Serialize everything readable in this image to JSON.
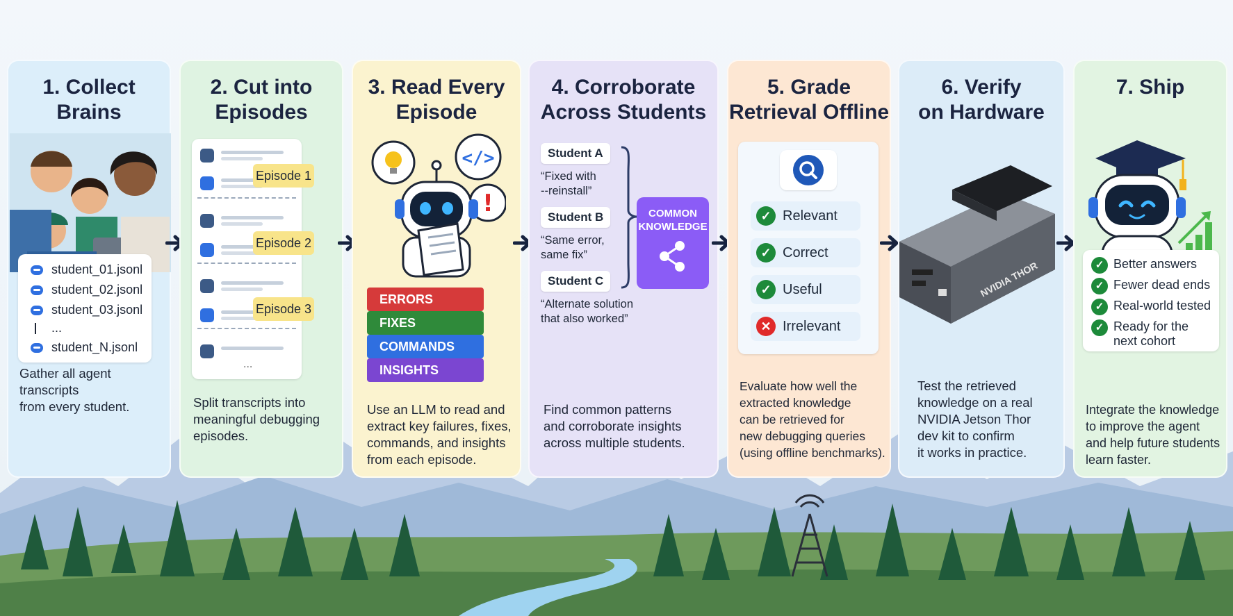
{
  "panels": [
    {
      "title": "1. Collect\nBrains",
      "description": "Gather all agent transcripts\nfrom every student."
    },
    {
      "title": "2. Cut into\nEpisodes",
      "description": "Split transcripts into\nmeaningful debugging\nepisodes."
    },
    {
      "title": "3. Read Every\nEpisode",
      "description": "Use an LLM to read and\nextract key failures, fixes,\ncommands, and insights\nfrom each episode."
    },
    {
      "title": "4. Corroborate\nAcross Students",
      "description": "Find common patterns\nand corroborate insights\nacross multiple students."
    },
    {
      "title": "5. Grade\nRetrieval Offline",
      "description": "Evaluate how well the\nextracted knowledge\ncan be retrieved for\nnew debugging queries\n(using offline benchmarks)."
    },
    {
      "title": "6. Verify\non Hardware",
      "description": "Test the retrieved\nknowledge on a real\nNVIDIA Jetson Thor\ndev kit to confirm\nit works in practice."
    },
    {
      "title": "7. Ship",
      "description": "Integrate the knowledge\nto improve the agent\nand help future students\nlearn faster."
    }
  ],
  "files": [
    "student_01.jsonl",
    "student_02.jsonl",
    "student_03.jsonl",
    "...",
    "student_N.jsonl"
  ],
  "episodes": [
    "Episode 1",
    "Episode 2",
    "Episode 3"
  ],
  "episode_more": "...",
  "books": [
    "ERRORS",
    "FIXES",
    "COMMANDS",
    "INSIGHTS"
  ],
  "students": [
    {
      "name": "Student A",
      "quote": "“Fixed with\n--reinstall”"
    },
    {
      "name": "Student B",
      "quote": "“Same error,\nsame fix”"
    },
    {
      "name": "Student C",
      "quote": "“Alternate solution\nthat also worked”"
    }
  ],
  "common_knowledge": "COMMON\nKNOWLEDGE",
  "grades": [
    {
      "label": "Relevant",
      "status": "ok"
    },
    {
      "label": "Correct",
      "status": "ok"
    },
    {
      "label": "Useful",
      "status": "ok"
    },
    {
      "label": "Irrelevant",
      "status": "bad"
    }
  ],
  "device_label": "NVIDIA THOR",
  "ship_items": [
    "Better answers",
    "Fewer dead ends",
    "Real-world tested",
    "Ready for the\nnext cohort"
  ],
  "colors": {
    "panel1": "#dceefa",
    "panel2": "#dff3e2",
    "panel3": "#fbf3cf",
    "panel4": "#e6e2f7",
    "panel5": "#fde7d3",
    "panel6": "#dcecf8",
    "panel7": "#e2f4e2",
    "arrow": "#17233f",
    "accent_blue": "#2f6fe0",
    "check": "#1d8a3a",
    "cross": "#e02a2a",
    "common_knowledge": "#8b5cf6"
  }
}
